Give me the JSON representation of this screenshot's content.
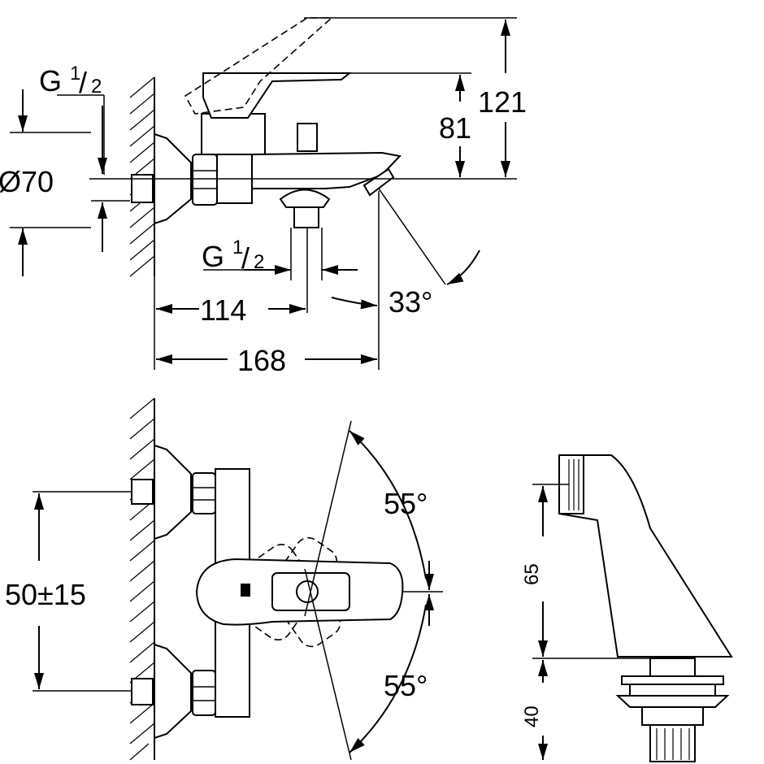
{
  "drawing": {
    "thread_top": {
      "main": "G",
      "num": "1",
      "den": "2"
    },
    "thread_bottom": {
      "main": "G",
      "num": "1",
      "den": "2"
    },
    "diameter": "Ø70",
    "height_total": "121",
    "height_spout": "81",
    "angle_spout": "33°",
    "reach_inlet": "114",
    "reach_total": "168",
    "lever_angle_up": "55°",
    "lever_angle_down": "55°",
    "centers": "50±15",
    "connector_height": "65",
    "connector_thread": "40"
  }
}
